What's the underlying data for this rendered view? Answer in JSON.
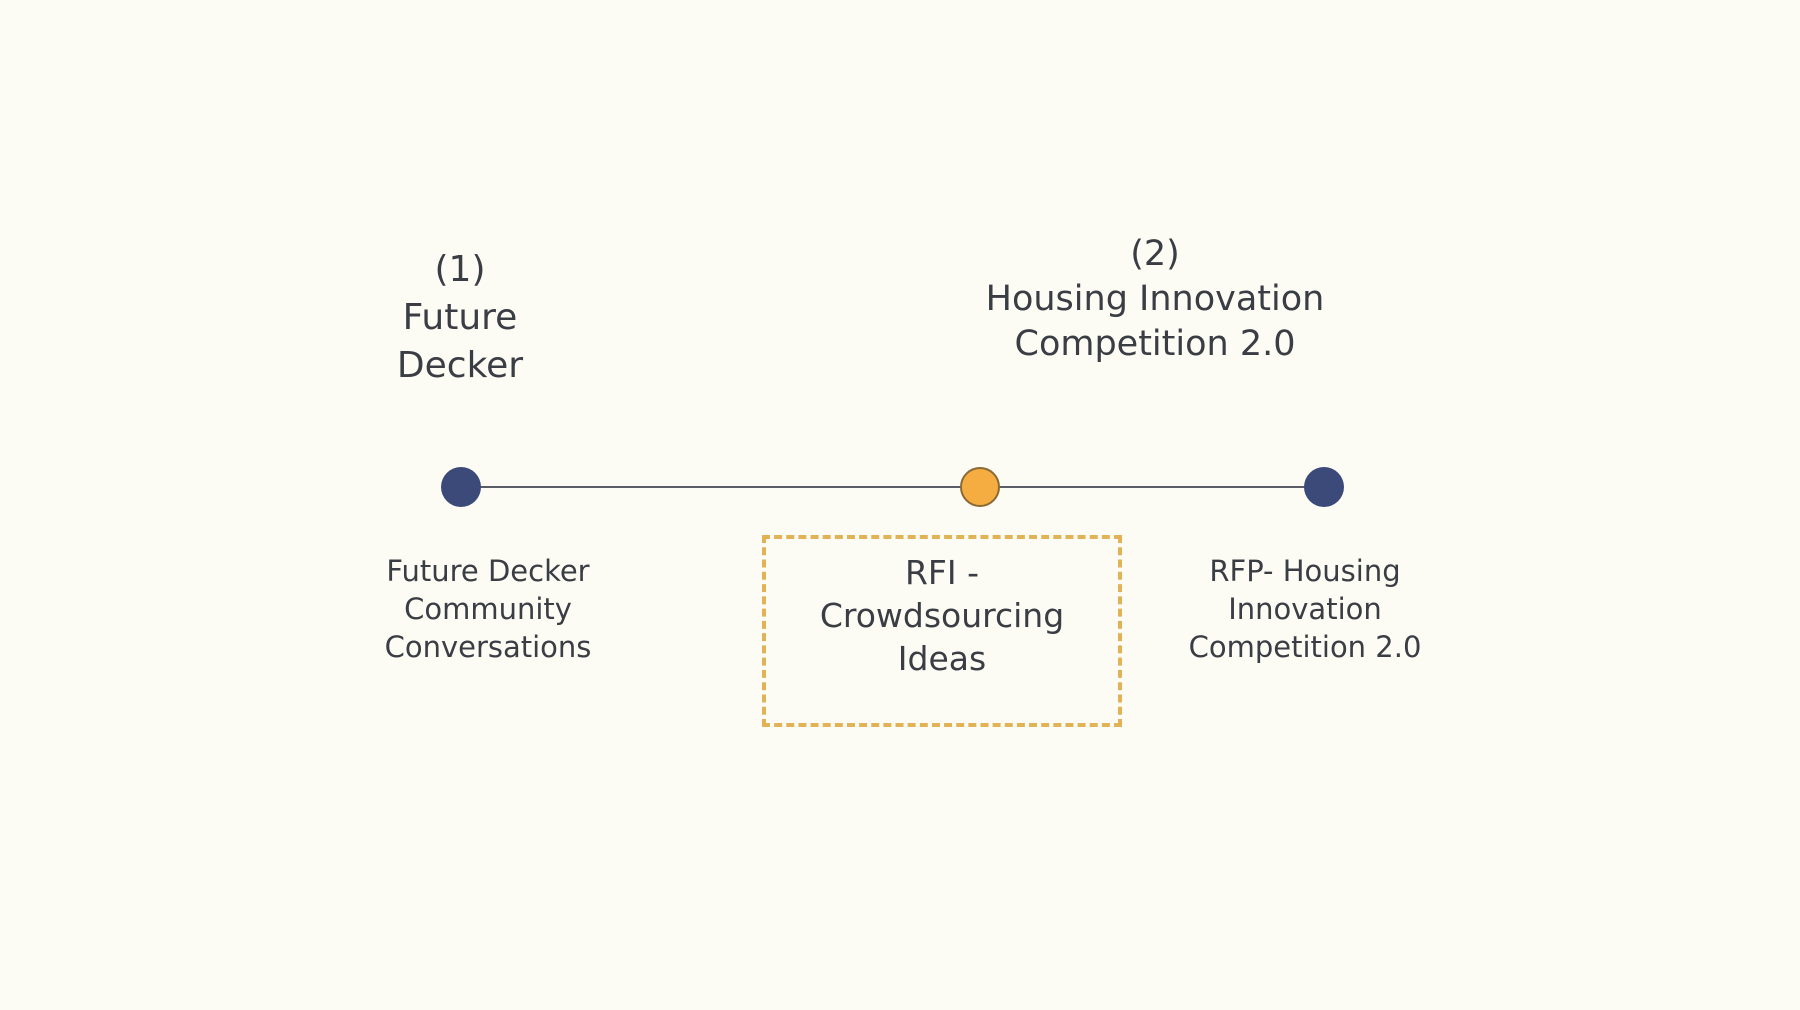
{
  "phases": [
    {
      "number": "(1)",
      "title_lines": [
        "Future",
        "Decker"
      ]
    },
    {
      "number": "(2)",
      "title_lines": [
        "Housing Innovation",
        "Competition 2.0"
      ]
    }
  ],
  "milestones": [
    {
      "lines": [
        "Future Decker",
        "Community",
        "Conversations"
      ],
      "dot_color": "#3b4a79"
    },
    {
      "lines": [
        "RFI -",
        "Crowdsourcing",
        "Ideas"
      ],
      "dot_color": "#f5ad42",
      "highlighted": true
    },
    {
      "lines": [
        "RFP- Housing",
        "Innovation",
        "Competition 2.0"
      ],
      "dot_color": "#3b4a79"
    }
  ],
  "colors": {
    "background": "#fcfcf4",
    "dot_default": "#3b4a79",
    "dot_current": "#f5ad42",
    "highlight_border": "#e2b356",
    "line": "#5a5d66"
  }
}
